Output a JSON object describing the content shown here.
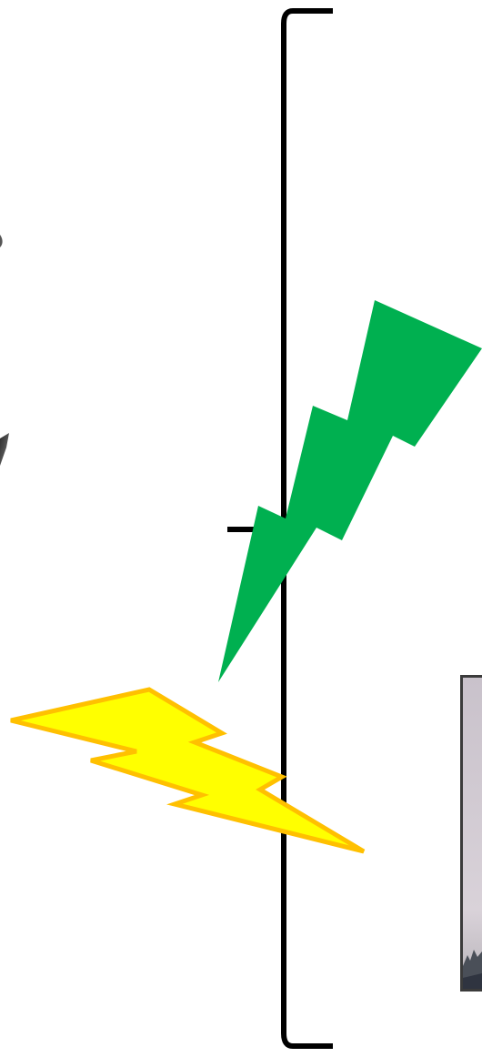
{
  "diagram": {
    "elements": [
      {
        "kind": "bracket",
        "name": "left-square-bracket"
      },
      {
        "kind": "tick",
        "name": "bracket-tick-mark"
      },
      {
        "kind": "lightning",
        "name": "green-lightning-bolt-icon",
        "fill": "#00b050"
      },
      {
        "kind": "lightning",
        "name": "yellow-lightning-bolt-icon",
        "fill": "#ffff00",
        "stroke": "#ffc000"
      },
      {
        "kind": "photo",
        "name": "cropped-photo-thumbnail"
      },
      {
        "kind": "fragment",
        "name": "cropped-dark-shape-fragment"
      }
    ],
    "colors": {
      "bracket": "#000000",
      "green_bolt": "#00b050",
      "yellow_bolt_fill": "#ffff00",
      "yellow_bolt_outline": "#ffc000",
      "photo_light": "#d8d0d8",
      "photo_dark": "#4a4f58"
    }
  }
}
